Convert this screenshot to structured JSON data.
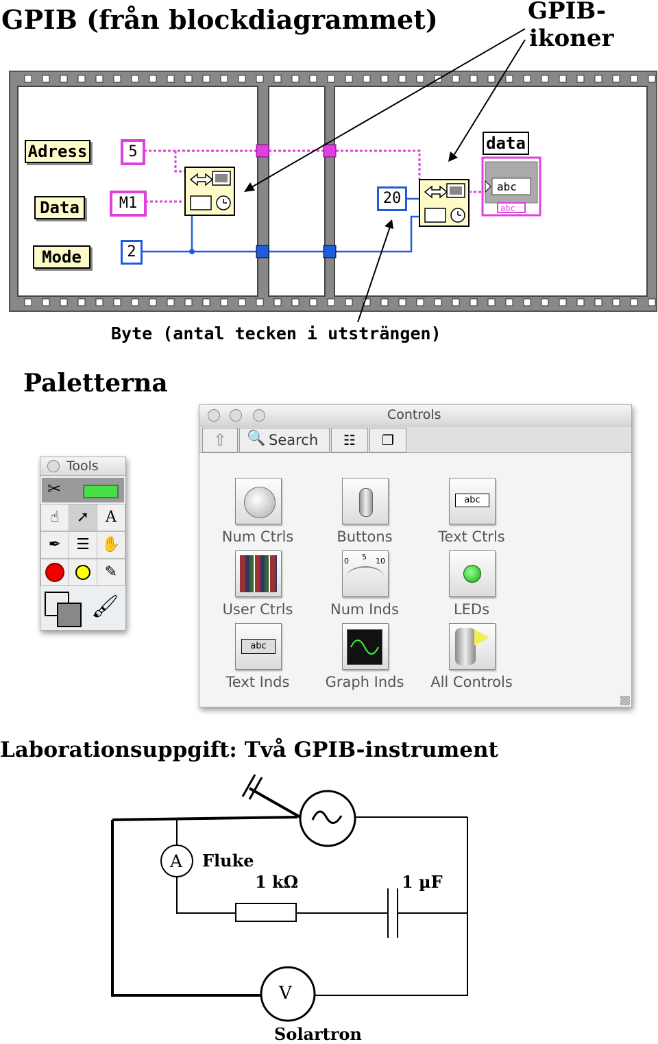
{
  "section1": {
    "title": "GPIB (från blockdiagrammet)",
    "gpib_icons_label_line1": "GPIB-",
    "gpib_icons_label_line2": "ikoner",
    "byte_caption": "Byte (antal tecken i utsträngen)"
  },
  "block_diagram": {
    "labels": [
      "Adress",
      "Data",
      "Mode"
    ],
    "constants": {
      "address": "5",
      "data": "M1",
      "mode": "2",
      "byte_count": "20"
    },
    "indicator_label": "data",
    "indicator_text": "abc",
    "indicator_terminal": "abc",
    "colors": {
      "string_wire": "#e040e0",
      "int_wire": "#1f5cdb",
      "frame": "#808080"
    }
  },
  "section2": {
    "title": "Paletterna"
  },
  "tools_palette": {
    "title": "Tools",
    "icons": [
      "auto-tool-icon",
      "operate-hand-icon",
      "position-arrow-icon",
      "edit-text-icon",
      "connect-wire-icon",
      "object-shortcut-icon",
      "scroll-hand-icon",
      "breakpoint-icon",
      "probe-icon",
      "color-copy-icon",
      "color-icon",
      "paintbrush-icon"
    ]
  },
  "controls_palette": {
    "title": "Controls",
    "toolbar": {
      "search_label": "Search"
    },
    "items": [
      {
        "label": "Num Ctrls",
        "icon": "knob-icon"
      },
      {
        "label": "Buttons",
        "icon": "toggle-switch-icon"
      },
      {
        "label": "Text Ctrls",
        "icon": "text-control-icon",
        "glyph": "abc"
      },
      {
        "label": "User Ctrls",
        "icon": "bookshelf-icon"
      },
      {
        "label": "Num Inds",
        "icon": "gauge-icon",
        "ticks": [
          "0",
          "5",
          "10"
        ]
      },
      {
        "label": "LEDs",
        "icon": "led-icon"
      },
      {
        "label": "Text Inds",
        "icon": "text-indicator-icon",
        "glyph": "abc"
      },
      {
        "label": "Graph Inds",
        "icon": "graph-icon"
      },
      {
        "label": "All Controls",
        "icon": "all-controls-icon"
      }
    ]
  },
  "section3": {
    "title": "Laborationsuppgift: Två GPIB-instrument",
    "ammeter": "A",
    "ammeter_name": "Fluke",
    "resistor": "1 kΩ",
    "capacitor": "1 µF",
    "voltmeter": "V",
    "voltmeter_name": "Solartron"
  }
}
